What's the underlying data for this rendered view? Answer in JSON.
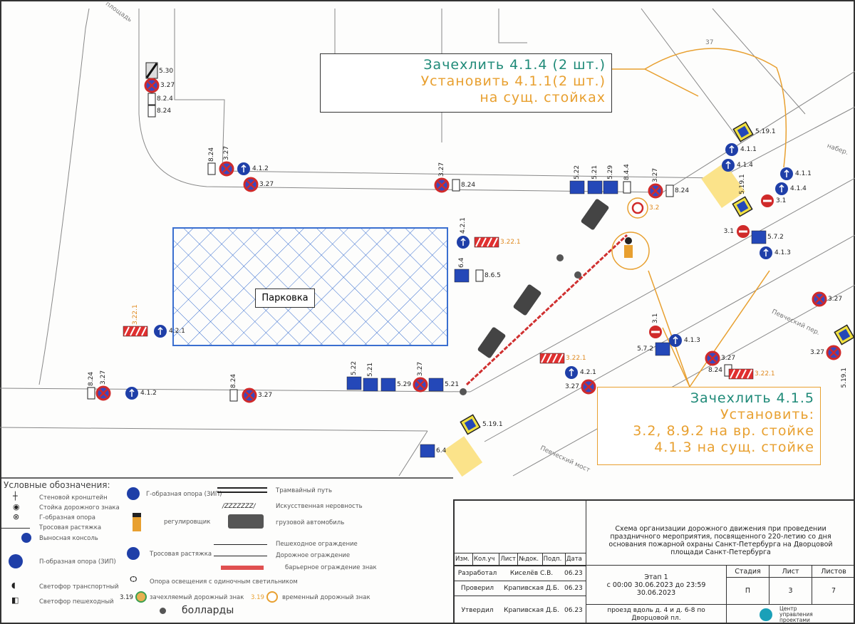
{
  "callouts": [
    {
      "lines": [
        {
          "text": "Зачехлить 4.1.4 (2 шт.)",
          "color": "teal"
        },
        {
          "text": "Установить 4.1.1(2 шт.)",
          "color": "orange"
        },
        {
          "text": "на сущ. стойках",
          "color": "orange"
        }
      ]
    },
    {
      "lines": [
        {
          "text": "Зачехлить 4.1.5",
          "color": "teal"
        },
        {
          "text": "Установить:",
          "color": "orange"
        },
        {
          "text": "3.2, 8.9.2 на вр. стойке",
          "color": "orange"
        },
        {
          "text": "4.1.3 на сущ. стойке",
          "color": "orange"
        }
      ]
    }
  ],
  "map": {
    "parking_label": "Парковка",
    "streets": [
      "площадь",
      "Певческий мост",
      "набер.",
      "Певческий пер.",
      "37"
    ],
    "signs": [
      {
        "code": "5.30",
        "kind": "info-black"
      },
      {
        "code": "3.27",
        "kind": "no-stopping"
      },
      {
        "code": "8.2.4",
        "kind": "plate"
      },
      {
        "code": "8.24",
        "kind": "plate"
      },
      {
        "code": "3.27",
        "kind": "no-stopping"
      },
      {
        "code": "4.1.2",
        "kind": "mandatory"
      },
      {
        "code": "8.24",
        "kind": "plate"
      },
      {
        "code": "3.27",
        "kind": "no-stopping"
      },
      {
        "code": "3.27",
        "kind": "no-stopping"
      },
      {
        "code": "8.24",
        "kind": "plate"
      },
      {
        "code": "5.22",
        "kind": "info-blue"
      },
      {
        "code": "5.21",
        "kind": "info-blue"
      },
      {
        "code": "5.29",
        "kind": "info-blue"
      },
      {
        "code": "8.4.4",
        "kind": "plate"
      },
      {
        "code": "3.27",
        "kind": "no-stopping"
      },
      {
        "code": "8.24",
        "kind": "plate"
      },
      {
        "code": "3.2",
        "kind": "temp"
      },
      {
        "code": "4.2.1",
        "kind": "mandatory"
      },
      {
        "code": "3.22.1",
        "kind": "barrier"
      },
      {
        "code": "6.4",
        "kind": "info-blue"
      },
      {
        "code": "8.6.5",
        "kind": "plate"
      },
      {
        "code": "4.2.1",
        "kind": "mandatory"
      },
      {
        "code": "3.22.1",
        "kind": "barrier"
      },
      {
        "code": "3.27",
        "kind": "no-stopping"
      },
      {
        "code": "8.24",
        "kind": "plate"
      },
      {
        "code": "4.1.2",
        "kind": "mandatory"
      },
      {
        "code": "3.27",
        "kind": "no-stopping"
      },
      {
        "code": "8.24",
        "kind": "plate"
      },
      {
        "code": "5.22",
        "kind": "info-blue"
      },
      {
        "code": "5.21",
        "kind": "info-blue"
      },
      {
        "code": "5.29",
        "kind": "info-blue"
      },
      {
        "code": "3.27",
        "kind": "no-stopping"
      },
      {
        "code": "5.21",
        "kind": "info-blue"
      },
      {
        "code": "5.19.1",
        "kind": "crossing"
      },
      {
        "code": "6.4",
        "kind": "info-blue"
      },
      {
        "code": "3.22.1",
        "kind": "barrier"
      },
      {
        "code": "4.2.1",
        "kind": "mandatory"
      },
      {
        "code": "3.27",
        "kind": "no-stopping"
      },
      {
        "code": "4.1.1",
        "kind": "mandatory"
      },
      {
        "code": "5.19.1",
        "kind": "crossing"
      },
      {
        "code": "4.1.4",
        "kind": "mandatory"
      },
      {
        "code": "4.1.1",
        "kind": "mandatory"
      },
      {
        "code": "4.1.4",
        "kind": "mandatory"
      },
      {
        "code": "3.1",
        "kind": "no-entry"
      },
      {
        "code": "5.19.1",
        "kind": "crossing"
      },
      {
        "code": "3.1",
        "kind": "no-entry"
      },
      {
        "code": "5.7.2",
        "kind": "info-blue"
      },
      {
        "code": "4.1.3",
        "kind": "mandatory"
      },
      {
        "code": "3.1",
        "kind": "no-entry"
      },
      {
        "code": "5.7.2",
        "kind": "info-blue"
      },
      {
        "code": "4.1.3",
        "kind": "mandatory"
      },
      {
        "code": "3.27",
        "kind": "no-stopping"
      },
      {
        "code": "8.24",
        "kind": "plate"
      },
      {
        "code": "3.22.1",
        "kind": "barrier"
      },
      {
        "code": "3.27",
        "kind": "no-stopping"
      },
      {
        "code": "5.19.1",
        "kind": "crossing"
      },
      {
        "code": "3.27",
        "kind": "no-stopping"
      }
    ]
  },
  "legend": {
    "title": "Условные обозначения:",
    "items": [
      "Стеновой кронштейн",
      "Стойка дорожного знака",
      "Г-образная опора",
      "Тросовая растяжка",
      "Выносная консоль",
      "П-образная опора (ЗИП)",
      "Светофор транспортный",
      "Светофор пешеходный",
      "Г-образная опора (ЗИП)",
      "регулировщик",
      "Тросовая растяжка",
      "Опора освещения с одиночным светильником",
      "зачехляемый дорожный знак",
      "временный дорожный знак",
      "болларды",
      "Трамвайный путь",
      "Искусственная неровность",
      "грузовой автомобиль",
      "Пешеходное ограждение",
      "Дорожное ограждение",
      "барьерное ограждение знак"
    ],
    "sign_code": "3.19"
  },
  "title_block": {
    "headers": [
      "Изм.",
      "Кол.уч",
      "Лист",
      "№док.",
      "Подп.",
      "Дата"
    ],
    "rows": [
      {
        "role": "Разработал",
        "name": "Киселёв С.В.",
        "date": "06.23"
      },
      {
        "role": "Проверил",
        "name": "Крапивская Д.Б.",
        "date": "06.23"
      },
      {
        "role": "Утвердил",
        "name": "Крапивская Д.Б.",
        "date": "06.23"
      }
    ],
    "title": "Схема организации дорожного движения при проведении праздничного мероприятия, посвященного 220-летию со дня основания пожарной охраны Санкт-Петербурга на Дворцовой площади Санкт-Петербурга",
    "stage_name": "Этап 1",
    "stage_period": "с 00:00 30.06.2023 до 23:59 30.06.2023",
    "stage_label": "Стадия",
    "sheet_label": "Лист",
    "sheets_label": "Листов",
    "stage": "П",
    "sheet": "3",
    "sheets": "7",
    "location": "проезд вдоль д. 4 и д. 6-8 по Дворцовой пл.",
    "company": "Центр управления проектами",
    "logo_color": "#1aa0b8"
  }
}
